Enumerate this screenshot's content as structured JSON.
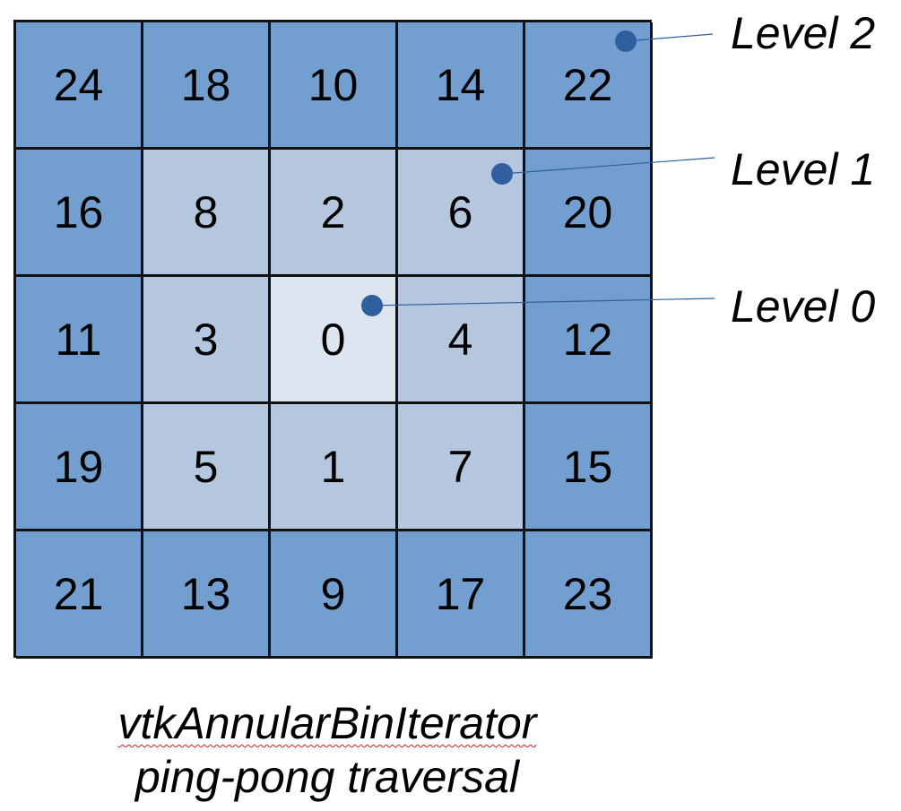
{
  "grid": {
    "size": 5,
    "cells": [
      [
        24,
        18,
        10,
        14,
        22
      ],
      [
        16,
        8,
        2,
        6,
        20
      ],
      [
        11,
        3,
        0,
        4,
        12
      ],
      [
        19,
        5,
        1,
        7,
        15
      ],
      [
        21,
        13,
        9,
        17,
        23
      ]
    ]
  },
  "level_colors": [
    "#dde5f0",
    "#b4c7df",
    "#729fcf"
  ],
  "marker_color": "#2f5f9e",
  "levels": [
    {
      "label": "Level 2",
      "level": 2,
      "row": 0,
      "col": 4
    },
    {
      "label": "Level 1",
      "level": 1,
      "row": 1,
      "col": 3
    },
    {
      "label": "Level 0",
      "level": 0,
      "row": 2,
      "col": 2
    }
  ],
  "caption": {
    "line1": "vtkAnnularBinIterator",
    "line2": "ping-pong traversal"
  }
}
